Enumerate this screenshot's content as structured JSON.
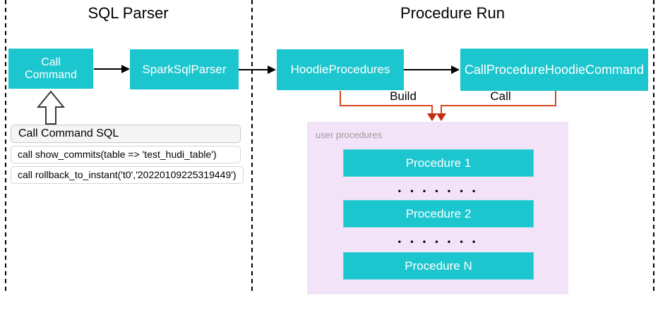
{
  "regions": {
    "left": {
      "title": "SQL Parser"
    },
    "right": {
      "title": "Procedure Run"
    }
  },
  "nodes": {
    "call_command": "Call\nCommand",
    "spark_sql_parser": "SparkSqlParser",
    "hoodie_procedures": "HoodieProcedures",
    "call_procedure_hoodie_command": "CallProcedureHoodieCommand"
  },
  "edges": {
    "build_label": "Build",
    "call_label": "Call"
  },
  "sql_panel": {
    "title": "Call Command SQL",
    "rows": [
      "call show_commits(table => 'test_hudi_table')",
      "call rollback_to_instant('t0','20220109225319449')"
    ]
  },
  "user_procedures": {
    "label": "user procedures",
    "items": [
      "Procedure 1",
      "Procedure 2",
      "Procedure N"
    ],
    "dots": "• • • • • • •"
  },
  "colors": {
    "node_teal": "#1CC6CE",
    "panel_lavender": "#F3E3F8",
    "connector_orange": "#D2491E",
    "arrowhead_red": "#C62E12",
    "muted_gray": "#999999"
  }
}
